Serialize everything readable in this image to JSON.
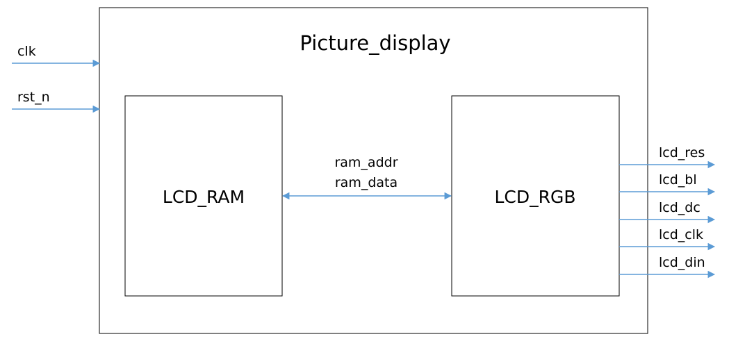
{
  "title": "Picture_display",
  "blocks": {
    "left": "LCD_RAM",
    "right": "LCD_RGB"
  },
  "inputs": [
    "clk",
    "rst_n"
  ],
  "bus": [
    "ram_addr",
    "ram_data"
  ],
  "outputs": [
    "lcd_res",
    "lcd_bl",
    "lcd_dc",
    "lcd_clk",
    "lcd_din"
  ],
  "colors": {
    "arrow": "#5b9bd5",
    "outline": "#000000"
  }
}
